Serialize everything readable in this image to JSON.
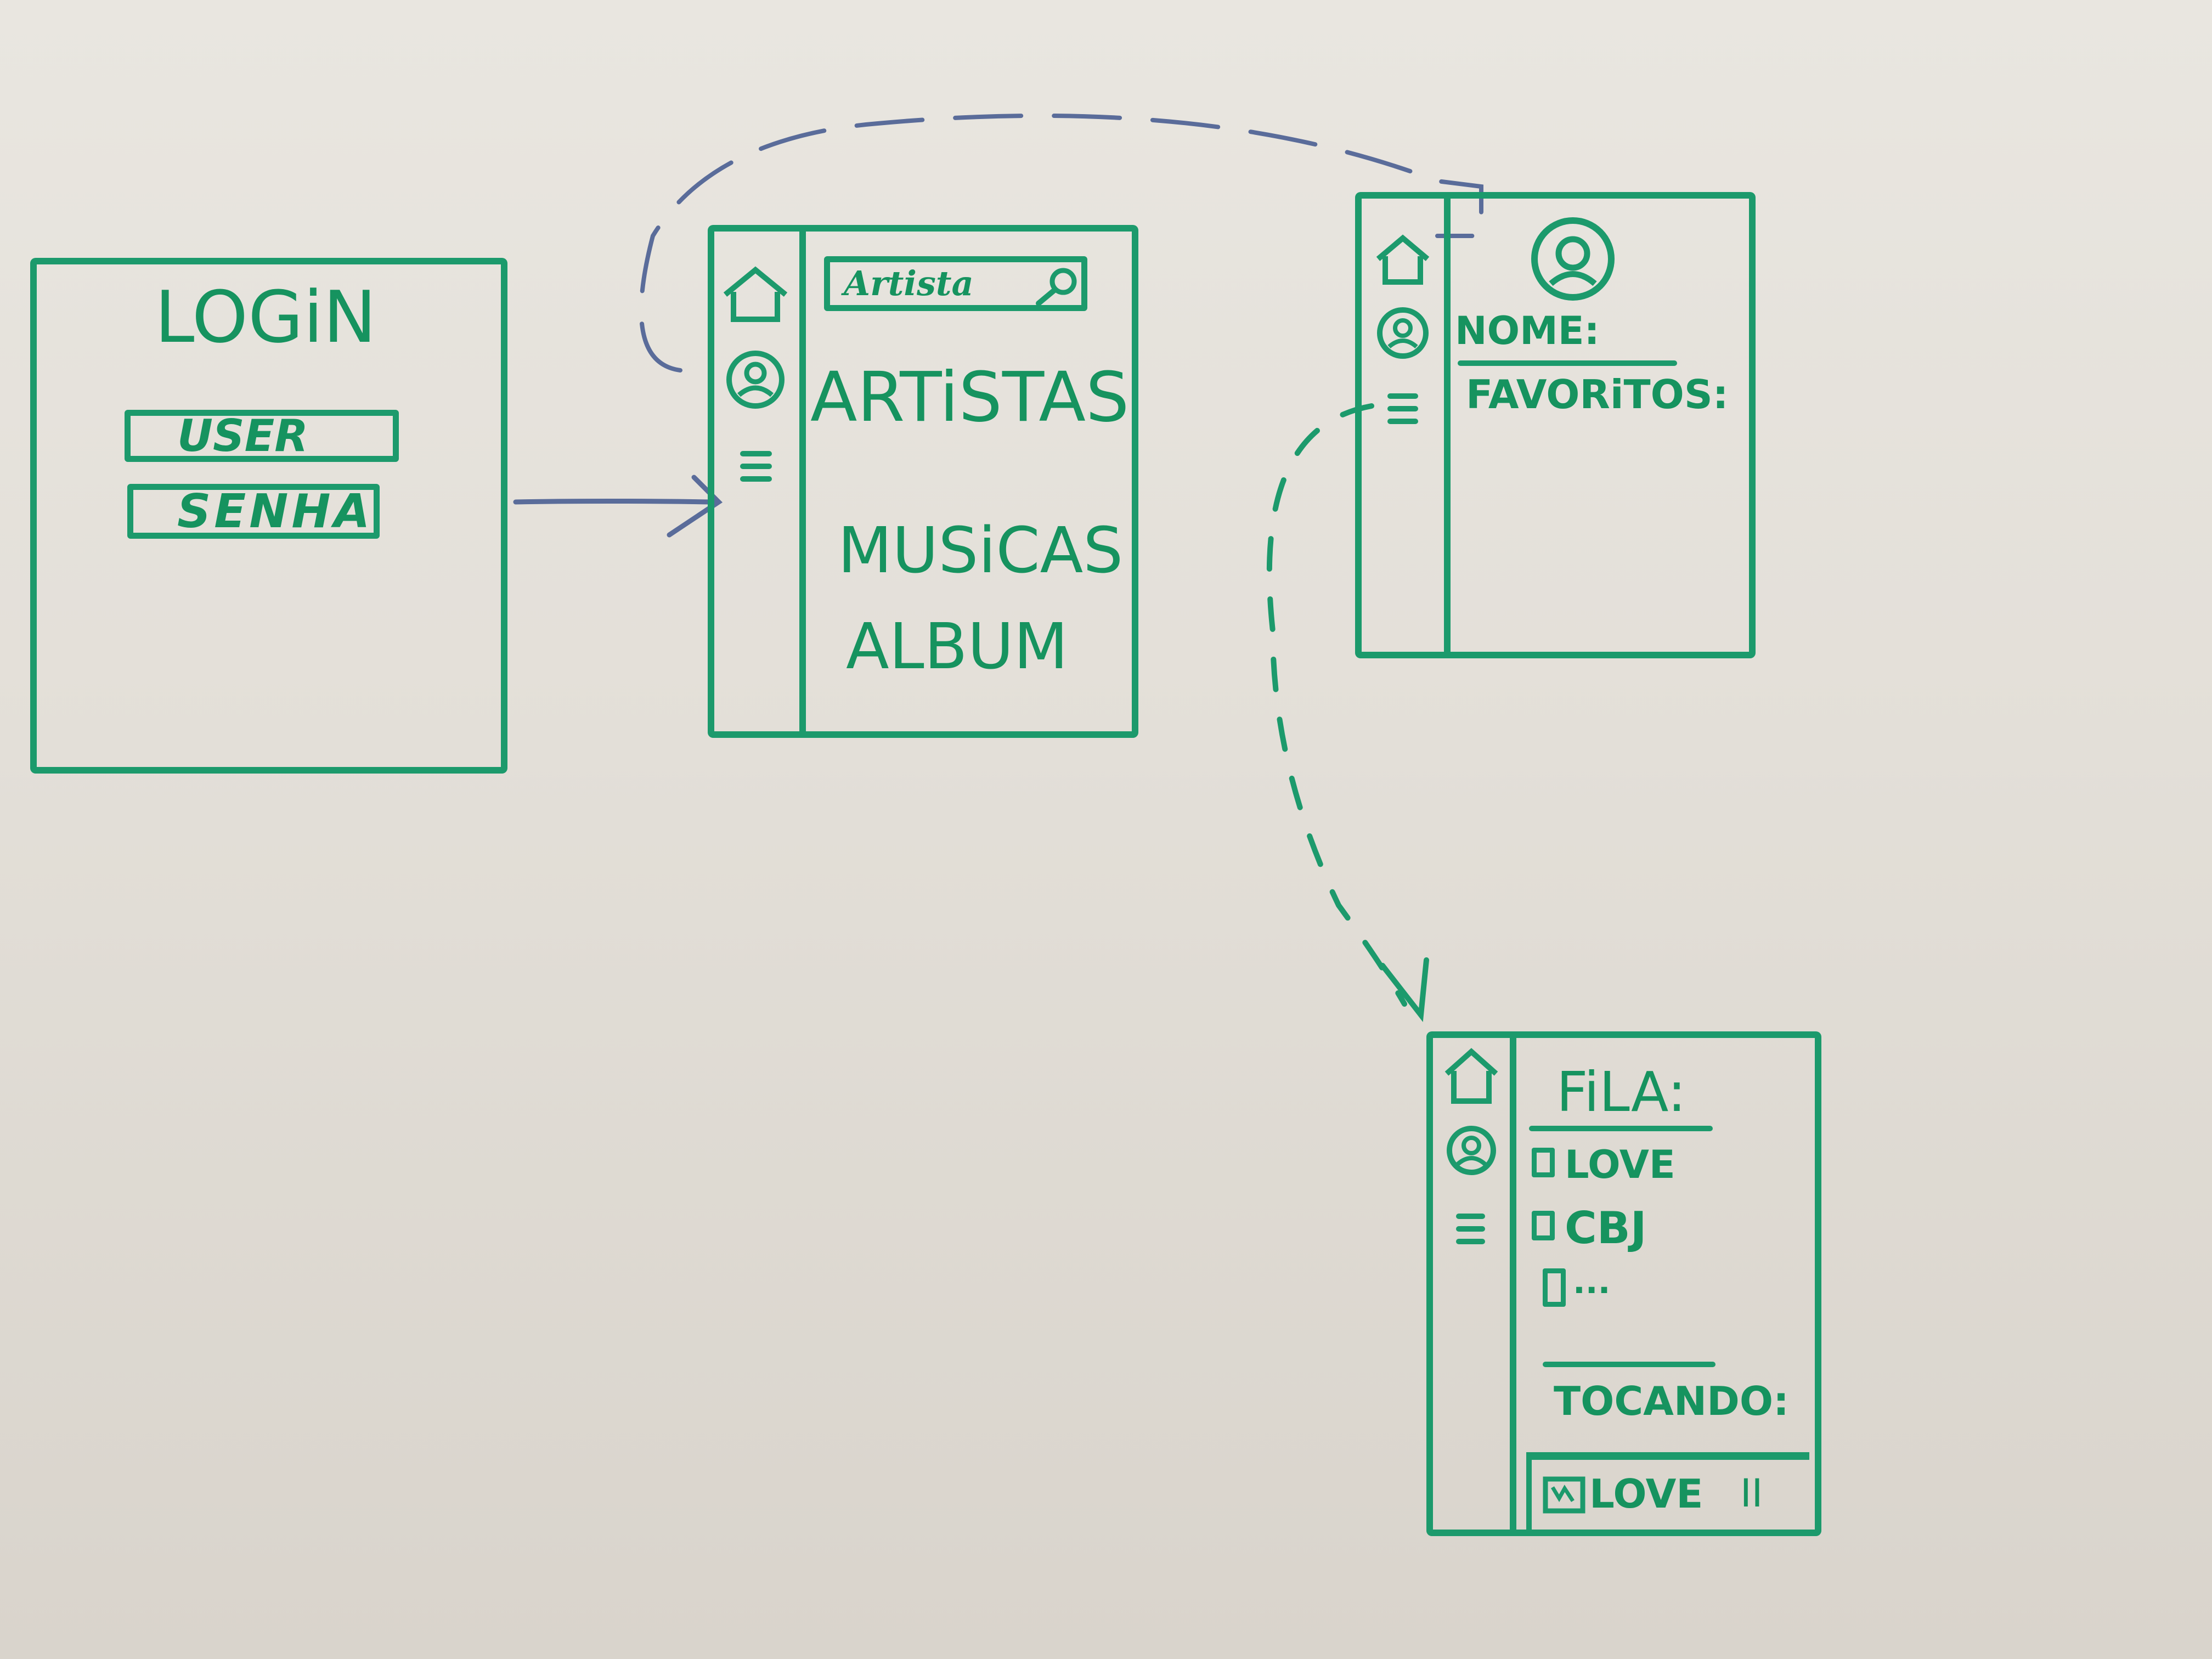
{
  "colors": {
    "marker_green": "#1c9a6c",
    "marker_blue": "#5a6c9a",
    "board": "#e6e2dc"
  },
  "login_screen": {
    "title": "LOGiN",
    "user_field": "USER",
    "password_field": "SENHA"
  },
  "home_screen": {
    "search_value": "Artista",
    "search_icon": "search-icon",
    "items": [
      "ARTiSTAS",
      "MUSiCAS",
      "ALBUM"
    ],
    "nav_icons": [
      "home-icon",
      "user-icon",
      "menu-icon"
    ]
  },
  "profile_screen": {
    "avatar_icon": "user-icon",
    "name_label": "NOME:",
    "favorites_label": "FAVORiTOS:",
    "nav_icons": [
      "home-icon",
      "user-icon",
      "menu-icon"
    ]
  },
  "queue_screen": {
    "queue_title": "FiLA:",
    "queue_items": [
      "LOVE",
      "CBJ",
      "..."
    ],
    "playing_label": "TOCANDO:",
    "player_track": "LOVE",
    "player_control": "II",
    "nav_icons": [
      "home-icon",
      "user-icon",
      "menu-icon"
    ]
  }
}
